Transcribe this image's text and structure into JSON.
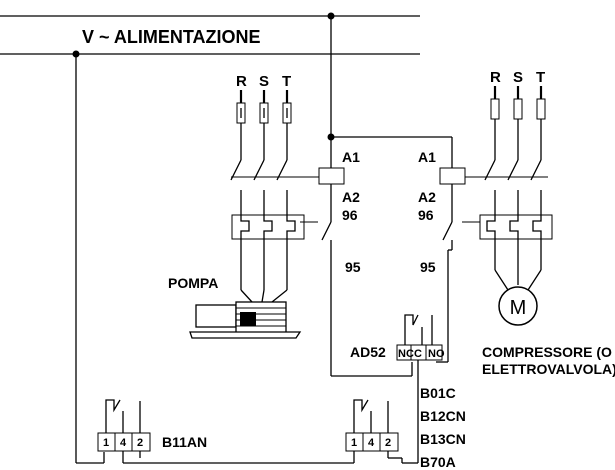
{
  "supply_label": "V ~  ALIMENTAZIONE",
  "phases": [
    "R",
    "S",
    "T"
  ],
  "left_coil": {
    "a1": "A1",
    "a2": "A2",
    "c96": "96",
    "c95": "95"
  },
  "right_coil": {
    "a1": "A1",
    "a2": "A2",
    "c96": "96",
    "c95": "95"
  },
  "pump_label": "POMPA",
  "motor_symbol": "M",
  "compressor_label_line1": "COMPRESSORE (O",
  "compressor_label_line2": "ELETTROVALVOLA)",
  "controller_label": "AD52",
  "controller_terminals": [
    "NC",
    "C",
    "NO"
  ],
  "left_switch_label": "B11AN",
  "left_switch_terminals": [
    "1",
    "4",
    "2"
  ],
  "right_switch_terminals": [
    "1",
    "4",
    "2"
  ],
  "right_switch_models": [
    "B01C",
    "B12CN",
    "B13CN",
    "B70A"
  ]
}
